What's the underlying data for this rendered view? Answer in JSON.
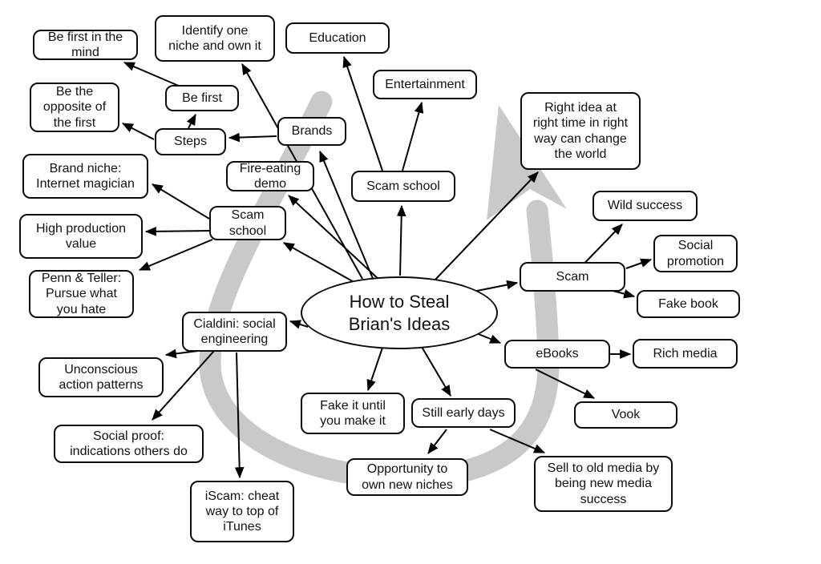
{
  "diagram": {
    "type": "mind-map",
    "title": "How to Steal Brian's Ideas"
  },
  "nodes": {
    "center": {
      "label": "How to Steal\nBrian's Ideas"
    },
    "be_first_in_mind": {
      "label": "Be first in the\nmind"
    },
    "identify_niche": {
      "label": "Identify one\nniche and own it"
    },
    "education": {
      "label": "Education"
    },
    "entertainment": {
      "label": "Entertainment"
    },
    "be_opposite": {
      "label": "Be the\nopposite of\nthe first"
    },
    "be_first": {
      "label": "Be first"
    },
    "steps": {
      "label": "Steps"
    },
    "brands": {
      "label": "Brands"
    },
    "right_idea": {
      "label": "Right idea at\nright time in right\nway can change\nthe world"
    },
    "brand_niche": {
      "label": "Brand niche:\nInternet magician"
    },
    "fire_eating": {
      "label": "Fire-eating\ndemo"
    },
    "scam_school_top": {
      "label": "Scam school"
    },
    "scam_school_left": {
      "label": "Scam\nschool"
    },
    "wild_success": {
      "label": "Wild success"
    },
    "high_production": {
      "label": "High production\nvalue"
    },
    "social_promotion": {
      "label": "Social\npromotion"
    },
    "scam": {
      "label": "Scam"
    },
    "penn_teller": {
      "label": "Penn & Teller:\nPursue what\nyou hate"
    },
    "fake_book": {
      "label": "Fake book"
    },
    "cialdini": {
      "label": "Cialdini: social\nengineering"
    },
    "ebooks": {
      "label": "eBooks"
    },
    "rich_media": {
      "label": "Rich media"
    },
    "unconscious": {
      "label": "Unconscious\naction patterns"
    },
    "fake_it": {
      "label": "Fake it until\nyou make it"
    },
    "still_early": {
      "label": "Still early days"
    },
    "vook": {
      "label": "Vook"
    },
    "social_proof": {
      "label": "Social proof:\nindications others do"
    },
    "opportunity": {
      "label": "Opportunity to\nown new niches"
    },
    "sell_old_media": {
      "label": "Sell to old media by\nbeing new media\nsuccess"
    },
    "iscam": {
      "label": "iScam: cheat\nway to top of\niTunes"
    }
  },
  "colors": {
    "node_fill": "#ffffff",
    "node_border": "#0c0c0c",
    "edge": "#000000",
    "watermark": "#c9c9c9",
    "text": "#111111"
  }
}
